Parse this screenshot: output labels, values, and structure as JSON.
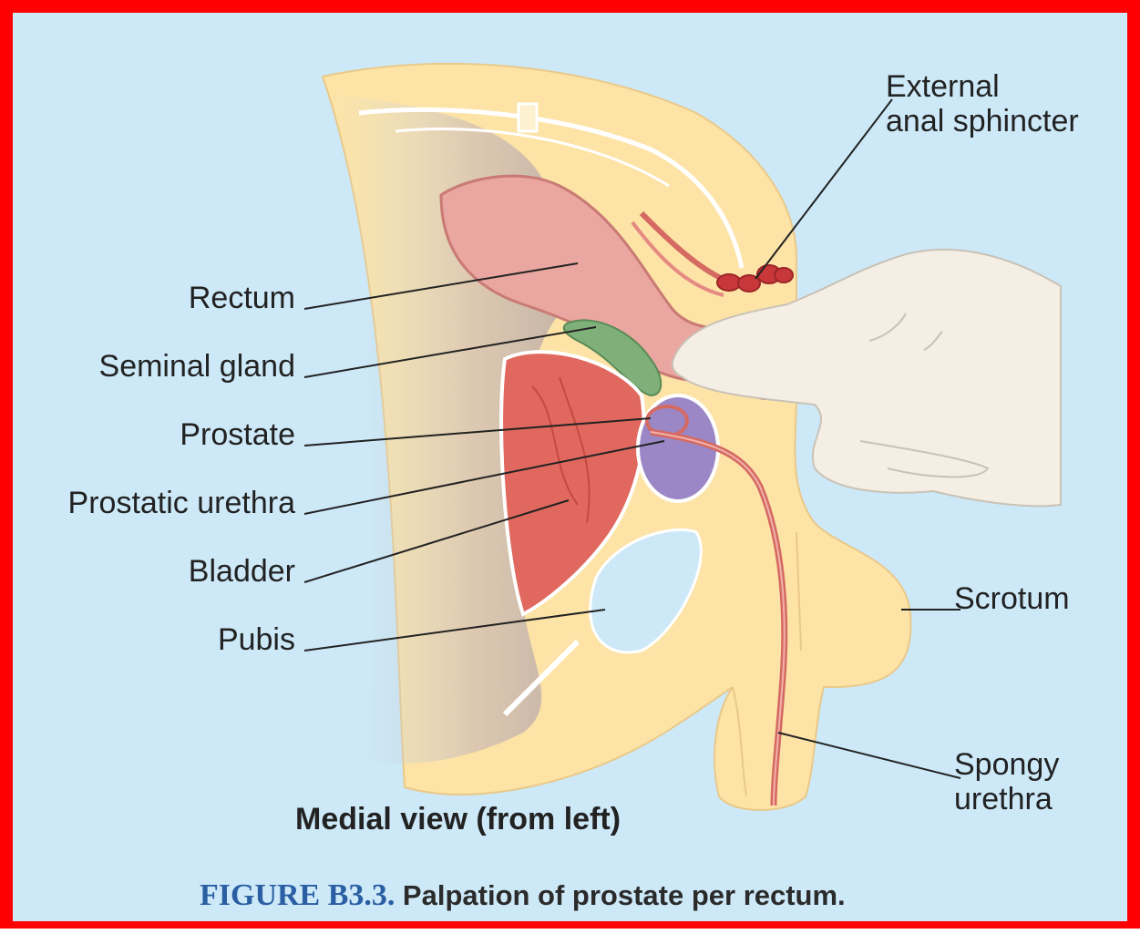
{
  "labels": {
    "external_anal_sphincter": [
      "External",
      "anal sphincter"
    ],
    "rectum": "Rectum",
    "seminal_gland": "Seminal gland",
    "prostate": "Prostate",
    "prostatic_urethra": "Prostatic urethra",
    "bladder": "Bladder",
    "pubis": "Pubis",
    "scrotum": "Scrotum",
    "spongy_urethra": [
      "Spongy",
      "urethra"
    ]
  },
  "view_caption": "Medial view (from left)",
  "figure": {
    "number": "FIGURE B3.3.",
    "text": "Palpation of prostate per rectum."
  },
  "colors": {
    "frame": "#ff0000",
    "background": "#cde9f8",
    "body": "#fde3a6",
    "rectum": "#eaa6a0",
    "bladder": "#e0685e",
    "prostate": "#9b87c6",
    "seminal_gland": "#7fb07a",
    "pubis": "#cde9f8",
    "finger": "#f4eee4",
    "sphincter": "#c8383a",
    "urethra": "#d46a62",
    "figure_number": "#2a5fa3"
  }
}
